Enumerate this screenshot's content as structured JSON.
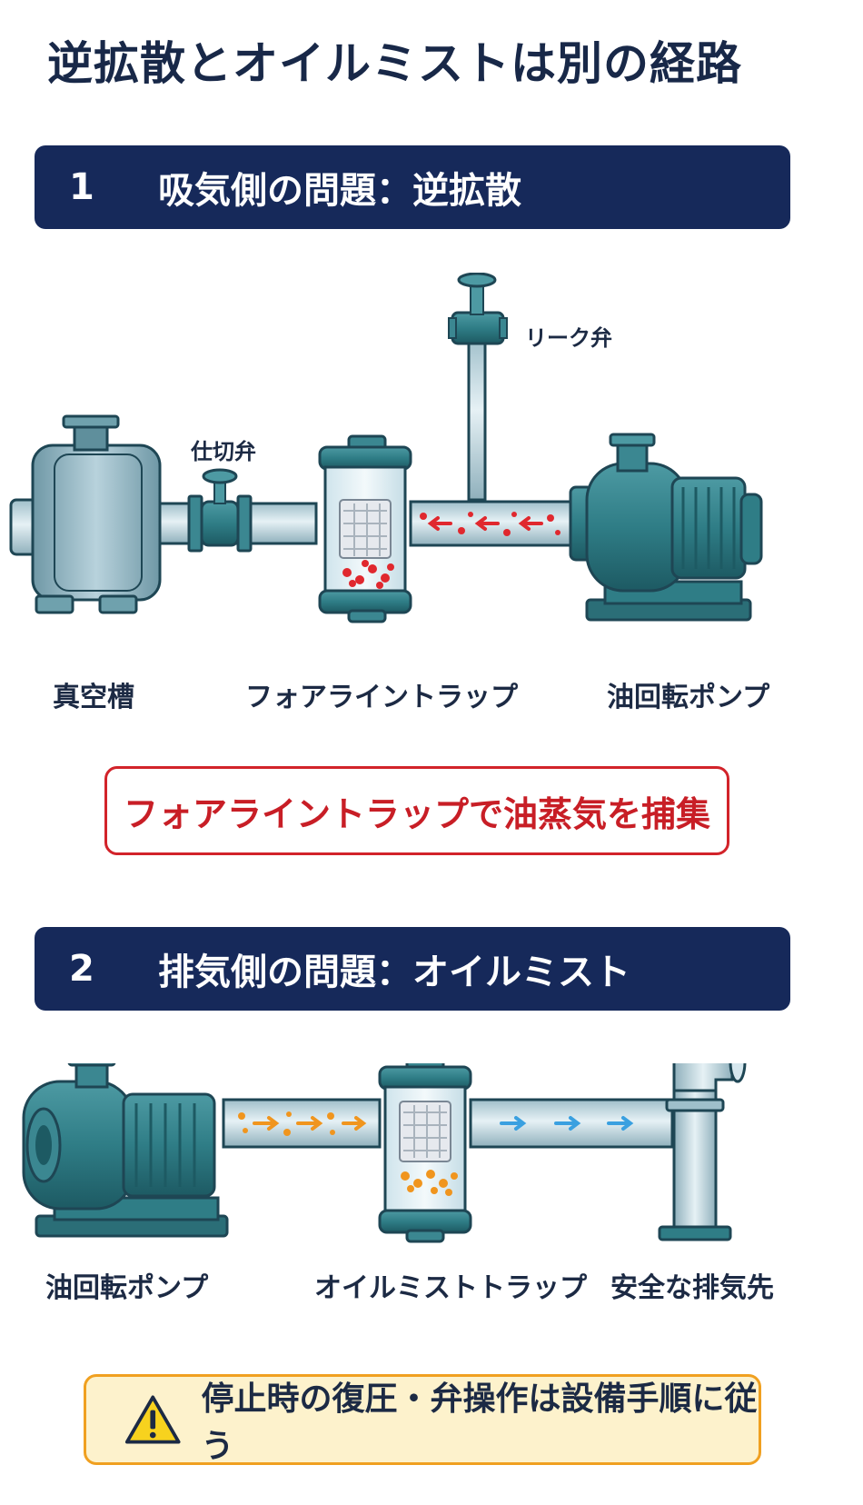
{
  "title": "逆拡散とオイルミストは別の経路",
  "section1": {
    "number": "1",
    "label": "吸気側の問題：逆拡散",
    "labels": {
      "leak_valve": "リーク弁",
      "gate_valve": "仕切弁",
      "vacuum_chamber": "真空槽",
      "foreline_trap": "フォアライントラップ",
      "rotary_pump": "油回転ポンプ"
    },
    "callout": "フォアライントラップで油蒸気を捕集"
  },
  "section2": {
    "number": "2",
    "label": "排気側の問題：オイルミスト",
    "labels": {
      "rotary_pump": "油回転ポンプ",
      "mist_trap": "オイルミストトラップ",
      "safe_exhaust": "安全な排気先"
    },
    "callout": "停止時の復圧・弁操作は設備手順に従う"
  },
  "colors": {
    "navy": "#16295a",
    "pump_teal": "#2f7d86",
    "pipe": "#b9d3dc",
    "vapor_red": "#e0282e",
    "mist_orange": "#f0951e",
    "clean_blue": "#3aa0e0",
    "warning_yellow": "#fdf2cc"
  }
}
